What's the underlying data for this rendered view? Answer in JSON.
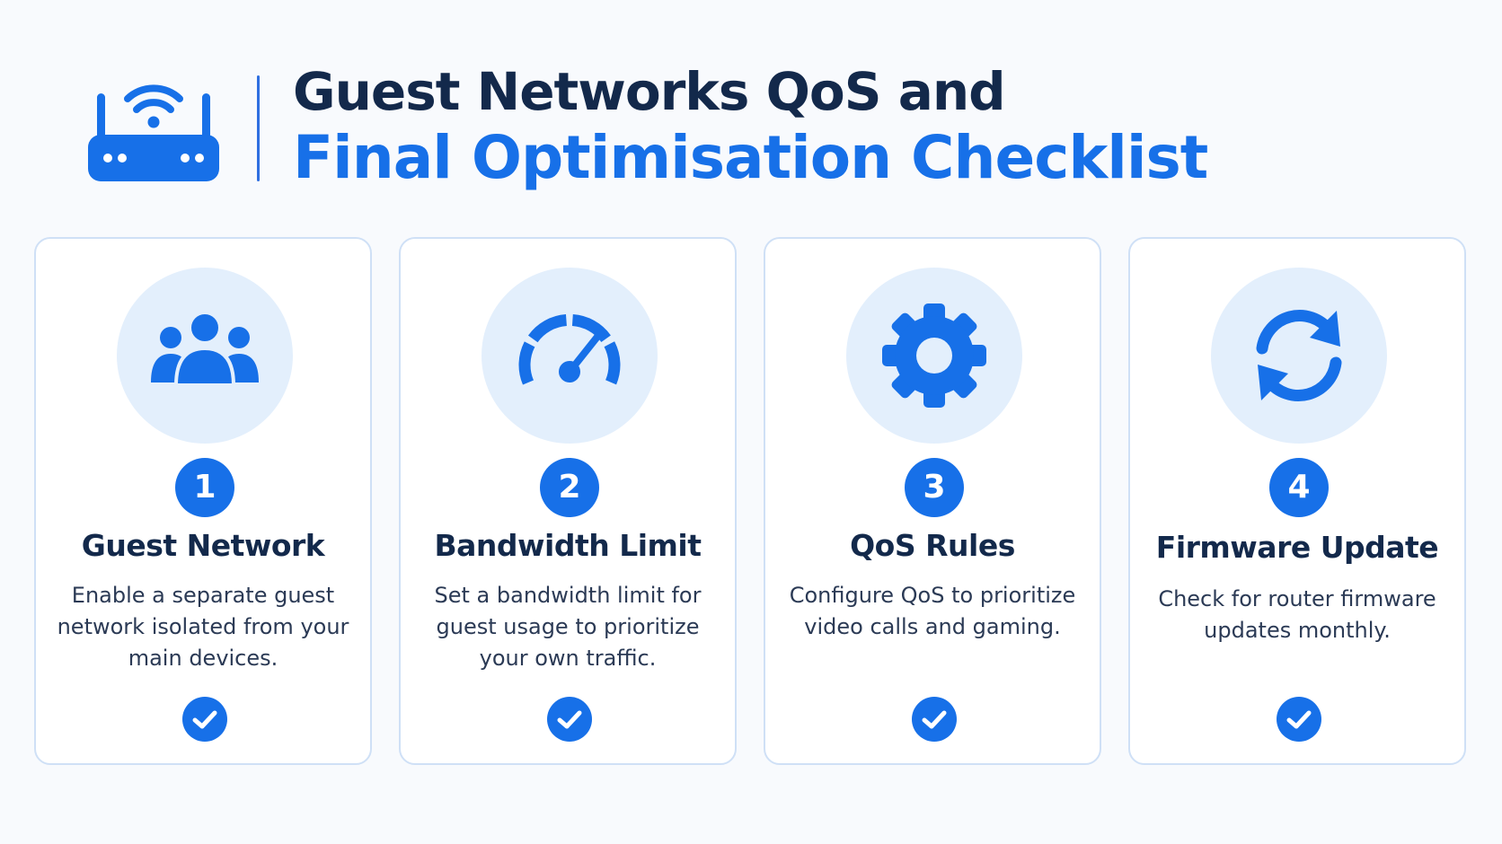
{
  "header": {
    "icon": "router-wifi-icon",
    "title_line1": "Guest Networks QoS and",
    "title_line2": "Final Optimisation Checklist"
  },
  "colors": {
    "accent": "#1770e8",
    "heading": "#13294b",
    "icon_background": "#e3effc",
    "card_border": "#cfe0f6"
  },
  "cards": [
    {
      "icon": "users-group-icon",
      "number": "1",
      "title": "Guest Network",
      "description": "Enable a separate guest network isolated from your main devices.",
      "status_icon": "check-icon"
    },
    {
      "icon": "speedometer-icon",
      "number": "2",
      "title": "Bandwidth Limit",
      "description": "Set a bandwidth limit for guest usage to prioritize your own traffic.",
      "status_icon": "check-icon"
    },
    {
      "icon": "gear-icon",
      "number": "3",
      "title": "QoS Rules",
      "description": "Configure QoS to prioritize video calls and gaming.",
      "status_icon": "check-icon"
    },
    {
      "icon": "refresh-cycle-icon",
      "number": "4",
      "title": "Firmware Update",
      "description": "Check for router firmware updates monthly.",
      "status_icon": "check-icon"
    }
  ]
}
